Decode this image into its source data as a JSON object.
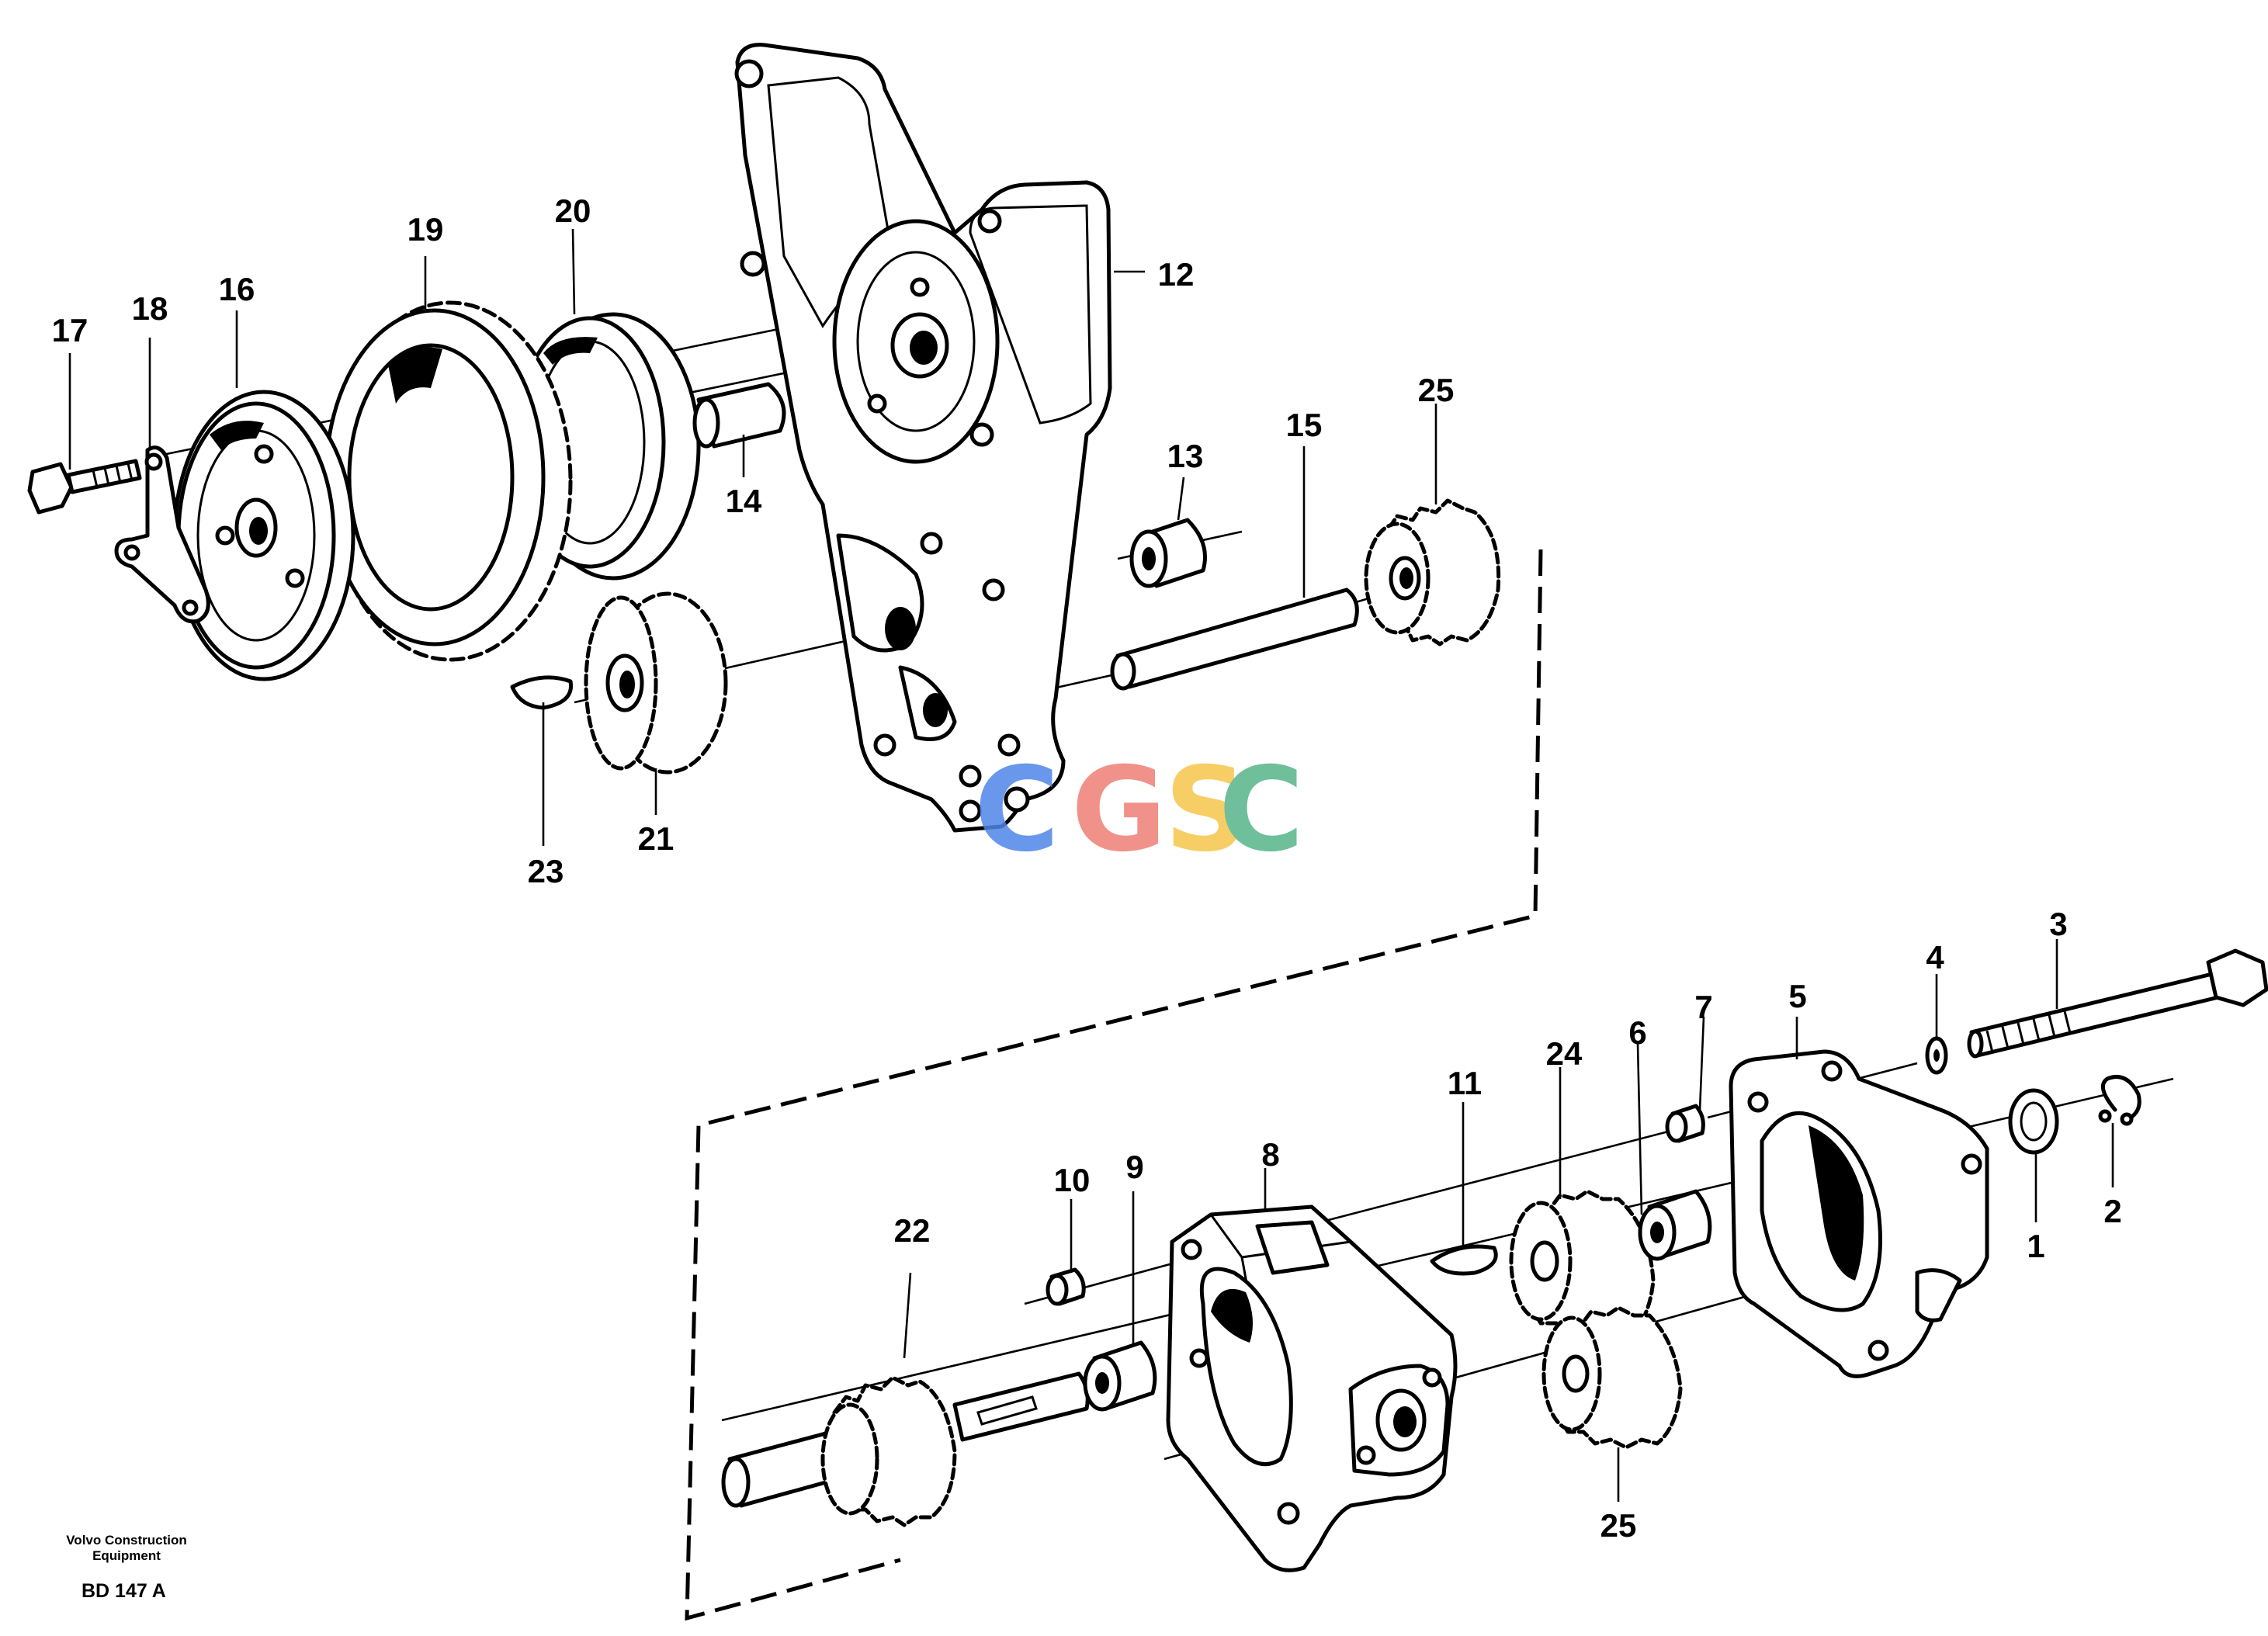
{
  "callouts": {
    "c1": "1",
    "c2": "2",
    "c3": "3",
    "c4": "4",
    "c5": "5",
    "c6": "6",
    "c7": "7",
    "c8": "8",
    "c9": "9",
    "c10": "10",
    "c11": "11",
    "c12": "12",
    "c13": "13",
    "c14": "14",
    "c15": "15",
    "c16": "16",
    "c17": "17",
    "c18": "18",
    "c19": "19",
    "c20": "20",
    "c21": "21",
    "c22": "22",
    "c23": "23",
    "c24": "24",
    "c25a": "25",
    "c25b": "25"
  },
  "footer": {
    "company_line1": "Volvo Construction",
    "company_line2": "Equipment",
    "code": "BD 147 A"
  },
  "watermark": {
    "letters": [
      "C",
      "G",
      "S",
      "C"
    ],
    "colors": [
      "#4f86e8",
      "#ee7f75",
      "#f6c64b",
      "#56b58a"
    ]
  }
}
